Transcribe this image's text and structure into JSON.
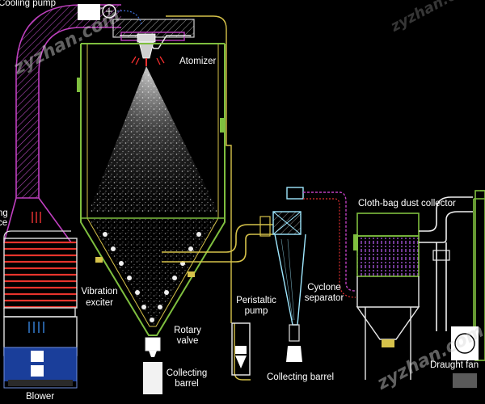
{
  "labels": {
    "cooling_pump": "Cooling pump",
    "atomizer": "Atomizer",
    "heating_part1": "ng",
    "heating_part2": "ce",
    "vibration_exciter_1": "Vibration",
    "vibration_exciter_2": "exciter",
    "rotary_valve_1": "Rotary",
    "rotary_valve_2": "valve",
    "collecting_barrel_left_1": "Collecting",
    "collecting_barrel_left_2": "barrel",
    "peristaltic_pump_1": "Peristaltic",
    "peristaltic_pump_2": "pump",
    "cyclone_separator_1": "Cyclone",
    "cyclone_separator_2": "separator",
    "collecting_barrel_right": "Collecting barrel",
    "cloth_bag_dust_collector": "Cloth-bag dust collector",
    "draught_fan": "Draught fan",
    "blower": "Blower"
  },
  "watermarks": [
    "zyzhan.com",
    "zyzhan.com",
    "zyzhan.com"
  ],
  "colors": {
    "background": "#000000",
    "hot_air_duct": "#c040c0",
    "frame_green": "#7fbf3f",
    "pipe_yellow": "#d6c24a",
    "outline_white": "#e8e8e8",
    "heater_red": "#e0302a",
    "cyclone_cyan": "#9fe8ff",
    "filter_bags": "#a050d0"
  }
}
